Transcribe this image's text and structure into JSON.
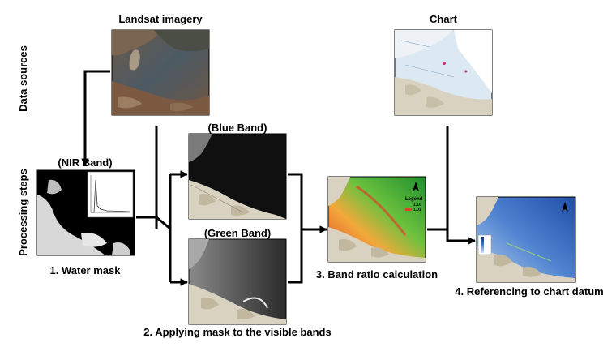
{
  "side_labels": {
    "data_sources": "Data sources",
    "processing_steps": "Processing steps"
  },
  "titles": {
    "landsat": "Landsat imagery",
    "chart": "Chart",
    "nir": "(NIR Band)",
    "blue": "(Blue Band)",
    "green": "(Green Band)"
  },
  "steps": {
    "s1": "1. Water mask",
    "s2": "2. Applying mask to the visible bands",
    "s3": "3. Band ratio calculation",
    "s4": "4. Referencing to chart datum"
  },
  "legend": {
    "title": "Legend",
    "high": "1.16",
    "low": "1.01"
  },
  "colors": {
    "arrow": "#000000",
    "land": "#d9d2c0",
    "chart_water": "#dce8f2",
    "ratio_green": "#46b83a",
    "ratio_red": "#e0402a",
    "datum_blue": "#2f63c4"
  }
}
